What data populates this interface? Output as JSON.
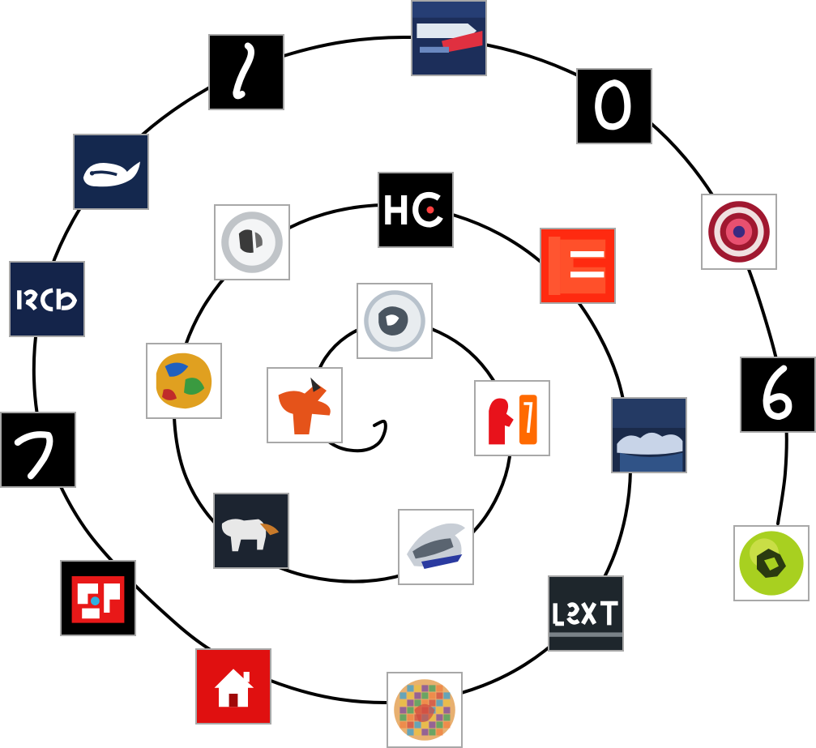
{
  "figure": {
    "background": "#ffffff",
    "spiral_color": "#000000",
    "frame_color": "#a8a8a8"
  },
  "thumbnails": [
    {
      "icon": "emblem-icon",
      "theme": "chrome-emblem",
      "bg": "#ffffff",
      "fg": "#4a5560",
      "accent": "#b8c2cc"
    },
    {
      "icon": "orange-figure-icon",
      "theme": "orange-figure",
      "bg": "#ffffff",
      "fg": "#e5531a",
      "accent": "#2b2b2b"
    },
    {
      "icon": "red-figure-icon",
      "theme": "red-figure",
      "bg": "#ffffff",
      "fg": "#e8121b",
      "accent": "#ff6a00"
    },
    {
      "icon": "chrome-ship-icon",
      "theme": "chrome-ship",
      "bg": "#ffffff",
      "fg": "#5a6470",
      "accent": "#2a3aa0"
    },
    {
      "icon": "dog-icon",
      "theme": "dark-animal",
      "bg": "#1c2430",
      "fg": "#e8e8e8",
      "accent": "#c87a2a"
    },
    {
      "icon": "colorful-blob-icon",
      "theme": "color-blob",
      "bg": "#ffffff",
      "fg": "#e0a020",
      "accent": "#2060c0"
    },
    {
      "icon": "chrome-ring-icon",
      "theme": "chrome-ring",
      "bg": "#ffffff",
      "fg": "#3a3a3a",
      "accent": "#c0c4c8"
    },
    {
      "icon": "hc-text-icon",
      "theme": "hc-text",
      "bg": "#000000",
      "fg": "#ffffff",
      "accent": "#ff4040"
    },
    {
      "icon": "red-panel-icon",
      "theme": "red-panel",
      "bg": "#ff2a10",
      "fg": "#ffffff",
      "accent": "#ff7040"
    },
    {
      "icon": "night-cloud-icon",
      "theme": "night-cloud",
      "bg": "#1a2a4a",
      "fg": "#c8d4e8",
      "accent": "#4070b0"
    },
    {
      "icon": "dark-text-icon",
      "theme": "dark-text",
      "bg": "#1e262c",
      "fg": "#ffffff",
      "accent": "#7a8288"
    },
    {
      "icon": "mosaic-circle-icon",
      "theme": "mosaic-circle",
      "bg": "#ffffff",
      "fg": "#d04a40",
      "accent": "#3aa0d0"
    },
    {
      "icon": "house-icon",
      "theme": "house",
      "bg": "#e01010",
      "fg": "#ffffff",
      "accent": "#a00808"
    },
    {
      "icon": "glitch-face-icon",
      "theme": "glitch",
      "bg": "#000000",
      "fg": "#ffffff",
      "accent": "#e81818"
    },
    {
      "icon": "digit-seven-icon",
      "theme": "digit",
      "bg": "#000000",
      "fg": "#ffffff",
      "accent": "#ffffff",
      "glyph": "7"
    },
    {
      "icon": "navy-text-icon",
      "theme": "navy-text",
      "bg": "#14244a",
      "fg": "#ffffff",
      "accent": "#6a80b0"
    },
    {
      "icon": "whale-icon",
      "theme": "whale",
      "bg": "#14284e",
      "fg": "#ffffff",
      "accent": "#6a88c0"
    },
    {
      "icon": "digit-one-icon",
      "theme": "digit",
      "bg": "#000000",
      "fg": "#ffffff",
      "accent": "#ffffff",
      "glyph": "1"
    },
    {
      "icon": "banner-icon",
      "theme": "banner",
      "bg": "#1c2e5a",
      "fg": "#e0e8f0",
      "accent": "#e03040"
    },
    {
      "icon": "digit-zero-icon",
      "theme": "digit",
      "bg": "#000000",
      "fg": "#ffffff",
      "accent": "#ffffff",
      "glyph": "0"
    },
    {
      "icon": "target-badge-icon",
      "theme": "target",
      "bg": "#ffffff",
      "fg": "#a01830",
      "accent": "#f0e0e0"
    },
    {
      "icon": "digit-six-icon",
      "theme": "digit",
      "bg": "#000000",
      "fg": "#ffffff",
      "accent": "#ffffff",
      "glyph": "6"
    },
    {
      "icon": "green-ball-icon",
      "theme": "green-ball",
      "bg": "#ffffff",
      "fg": "#2a3a10",
      "accent": "#a8d020"
    }
  ]
}
